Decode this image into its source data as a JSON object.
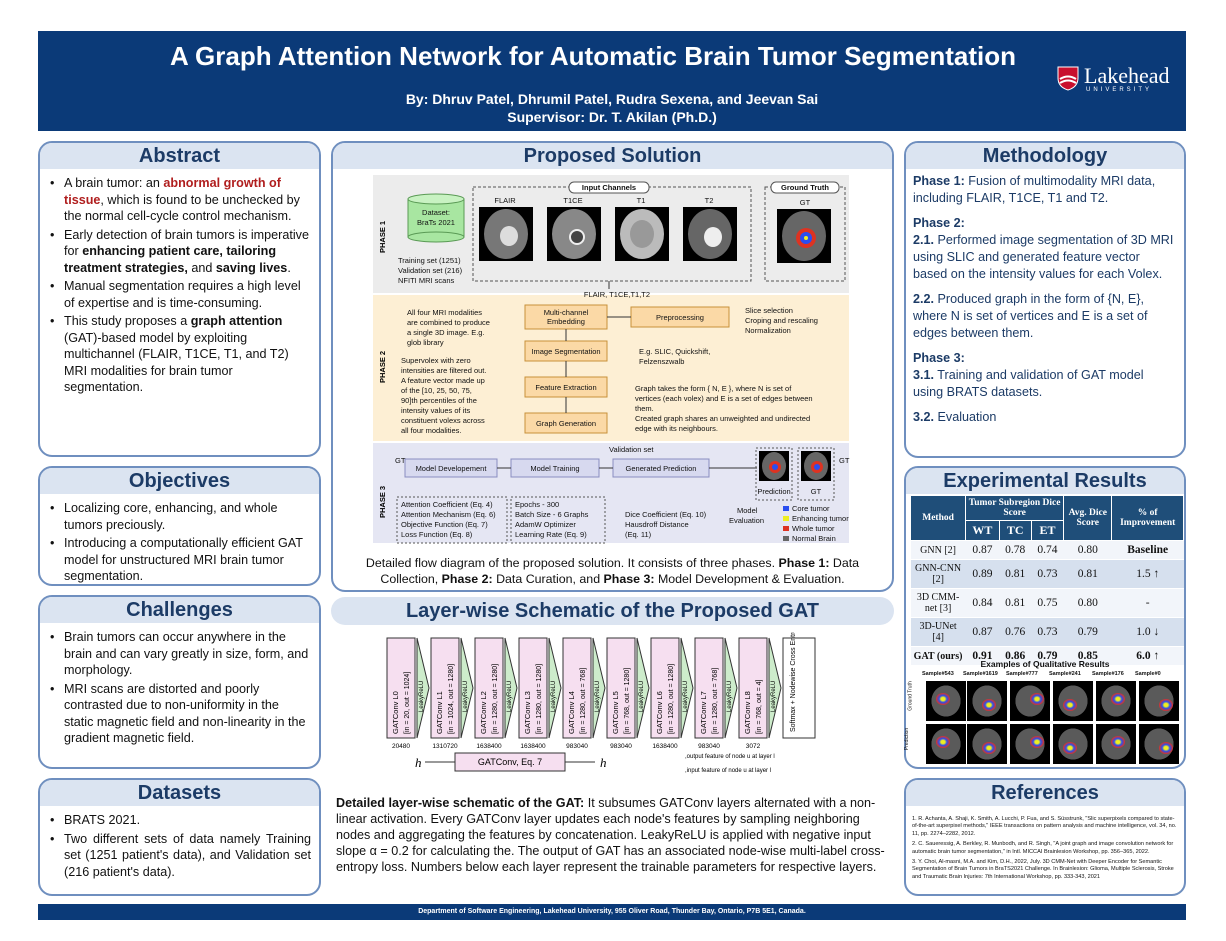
{
  "header": {
    "title": "A Graph Attention Network for Automatic Brain Tumor Segmentation",
    "authors": "By: Dhruv Patel, Dhrumil Patel, Rudra Sexena, and Jeevan Sai",
    "supervisor": "Supervisor: Dr. T. Akilan (Ph.D.)",
    "logo_text": "Lakehead",
    "logo_sub": "UNIVERSITY"
  },
  "abstract": {
    "title": "Abstract",
    "b1_pre": "A brain tumor: an ",
    "b1_em": "abnormal growth of tissue",
    "b1_post": ", which is found to be unchecked by the normal cell-cycle control mechanism.",
    "b2_pre": "Early detection of brain tumors is imperative for ",
    "b2_em": "enhancing patient care, tailoring treatment strategies,",
    "b2_mid": " and ",
    "b2_em2": "saving lives",
    "b2_post": ".",
    "b3": "Manual segmentation requires a high level of expertise and is time-consuming.",
    "b4_pre": "This study proposes a ",
    "b4_em": "graph attention",
    "b4_post": " (GAT)-based model by exploiting multichannel (FLAIR, T1CE, T1, and T2) MRI modalities for brain tumor segmentation."
  },
  "objectives": {
    "title": "Objectives",
    "items": [
      "Localizing core, enhancing, and whole tumors preciously.",
      "Introducing a computationally efficient GAT model for unstructured MRI brain tumor segmentation."
    ]
  },
  "challenges": {
    "title": "Challenges",
    "items": [
      "Brain tumors can occur anywhere in the brain and can vary greatly in size, form, and morphology.",
      "MRI scans are distorted and poorly contrasted due to non-uniformity in the static magnetic field and non-linearity in the gradient magnetic field."
    ]
  },
  "datasets": {
    "title": "Datasets",
    "items": [
      "BRATS 2021.",
      "Two different sets of data namely Training set (1251 patient's data), and Validation set (216 patient's data)."
    ]
  },
  "proposed": {
    "title": "Proposed Solution",
    "caption_a": "Detailed flow diagram of the proposed solution. It consists of three phases. ",
    "caption_p1": "Phase 1:",
    "caption_b": " Data Collection, ",
    "caption_p2": "Phase 2:",
    "caption_c": " Data Curation, and ",
    "caption_p3": "Phase 3:",
    "caption_d": " Model Development & Evaluation.",
    "diagram": {
      "phase1": "PHASE 1",
      "phase2": "PHASE 2",
      "phase3": "PHASE 3",
      "dataset": "Dataset:",
      "dataset2": "BraTs 2021",
      "training": "Training set (1251)",
      "validation": "Validation set (216)",
      "nfiti": "NFITI MRI scans",
      "input_channels": "Input Channels",
      "ground_truth": "Ground Truth",
      "flair": "FLAIR",
      "t1ce": "T1CE",
      "t1": "T1",
      "t2": "T2",
      "gt": "GT",
      "channels": "FLAIR, T1CE,T1,T2",
      "multi1": "Multi-channel",
      "multi2": "Embedding",
      "preprocess": "Preprocessing",
      "imgseg": "Image Segmentation",
      "featext": "Feature Extraction",
      "graphgen": "Graph Generation",
      "pre_b1": "Slice selection",
      "pre_b2": "Croping and rescaling",
      "pre_b3": "Normalization",
      "mod1": "All four MRI modalities",
      "mod2": "are combined to produce",
      "mod3": "a single 3D image. E.g.",
      "mod4": "glob library",
      "seg_e1": "E.g. SLIC, Quickshift,",
      "seg_e2": "Felzenszwalb",
      "sv1": "Supervolex with zero",
      "sv2": "intensities are filtered out.",
      "sv3": "A feature vector  made up",
      "sv4": "of the [10, 25, 50, 75,",
      "sv5": "90]th percentiles of the",
      "sv6": "intensity values of its",
      "sv7": "constituent volexs across",
      "sv8": "all four modalities.",
      "g1": "Graph takes the form  { N, E }, where N is set of",
      "g2": "vertices (each volex) and E is a set of edges between",
      "g3": "them.",
      "g4": "Created graph shares an unweighted and undirected",
      "g5": "edge with its neighbours.",
      "valset": "Validation set",
      "gtin": "GT",
      "gtout": "GT",
      "modeldev": "Model Developement",
      "modeltrain": "Model Training",
      "genpred": "Generated Prediction",
      "prediction": "Prediction",
      "gtlbl": "GT",
      "leg_core": "Core tumor",
      "leg_enh": "Enhancing tumor",
      "leg_whole": "Whole tumor",
      "leg_norm": "Normal Brain",
      "p3a1": "Attention Coefficient  (Eq. 4)",
      "p3a2": "Attention Mechanism (Eq. 6)",
      "p3a3": "Objective Function (Eq. 7)",
      "p3a4": "Loss Function (Eq. 8)",
      "p3b1": "Epochs - 300",
      "p3b2": "Batch Size - 6 Graphs",
      "p3b3": "AdamW Optimizer",
      "p3b4": "Learning Rate (Eq. 9)",
      "p3c1": "Dice Coefficient (Eq. 10)",
      "p3c2": "Hausdroff Distance",
      "p3c3": "(Eq. 11)",
      "model_eval1": "Model",
      "model_eval2": "Evaluation"
    }
  },
  "layerwise": {
    "title": "Layer-wise Schematic of the Proposed GAT",
    "layers": [
      {
        "name": "GATConv L0",
        "dims": "[in = 20, out = 1024]",
        "params": "20480"
      },
      {
        "name": "GATConv L1",
        "dims": "[in = 1024, out = 1280]",
        "params": "1310720"
      },
      {
        "name": "GATConv L2",
        "dims": "[in = 1280, out = 1280]",
        "params": "1638400"
      },
      {
        "name": "GATConv L3",
        "dims": "[in = 1280, out = 1280]",
        "params": "1638400"
      },
      {
        "name": "GATConv L4",
        "dims": "[in = 1280, out = 768]",
        "params": "983040"
      },
      {
        "name": "GATConv L5",
        "dims": "[in = 768, out = 1280]",
        "params": "983040"
      },
      {
        "name": "GATConv L6",
        "dims": "[in = 1280, out = 1280]",
        "params": "1638400"
      },
      {
        "name": "GATConv L7",
        "dims": "[in = 1280, out = 768]",
        "params": "983040"
      },
      {
        "name": "GATConv L8",
        "dims": "[in = 768, out = 4]",
        "params": "3072"
      }
    ],
    "relu": "LeakyReLU",
    "softmax": "Softmax + Nodewise Cross Entropy loss",
    "gatconv_eq": "GATConv, Eq. 7",
    "h_in": "h",
    "h_out": "h",
    "def1": ",output feature of node u at layer l",
    "def2": ",input feature of node u at layer l",
    "desc_bold": "Detailed layer-wise schematic of the GAT:",
    "desc": " It subsumes GATConv layers alternated with a non-linear activation. Every GATConv layer updates each node's features by sampling neighboring nodes and aggregating the features by concatenation. LeakyReLU is applied with negative input slope α = 0.2 for calculating the. The output of GAT has an associated node-wise multi-label cross-entropy loss. Numbers below each layer represent the trainable parameters for respective layers."
  },
  "methodology": {
    "title": "Methodology",
    "p1_lbl": "Phase 1:",
    "p1": " Fusion of multimodality MRI data, including FLAIR, T1CE, T1 and T2.",
    "p2_lbl": "Phase 2:",
    "p21_lbl": "2.1.",
    "p21": " Performed image segmentation of 3D MRI using SLIC and generated feature vector based on the intensity values for each Volex.",
    "p22_lbl": "2.2.",
    "p22": " Produced graph in the form of {N, E}, where N is set of vertices and E is a set of edges between them.",
    "p3_lbl": "Phase 3:",
    "p31_lbl": "3.1.",
    "p31": " Training and validation of GAT model using BRATS datasets.",
    "p32_lbl": "3.2.",
    "p32": " Evaluation"
  },
  "results": {
    "title": "Experimental Results",
    "h_method": "Method",
    "h_sub": "Tumor Subregion Dice Score",
    "h_wt": "WT",
    "h_tc": "TC",
    "h_et": "ET",
    "h_avg": "Avg. Dice Score",
    "h_imp": "% of Improvement",
    "rows": [
      {
        "m": "GNN [2]",
        "wt": "0.87",
        "tc": "0.78",
        "et": "0.74",
        "avg": "0.80",
        "imp": "Baseline"
      },
      {
        "m": "GNN-CNN [2]",
        "wt": "0.89",
        "tc": "0.81",
        "et": "0.73",
        "avg": "0.81",
        "imp": "1.5 ↑"
      },
      {
        "m": "3D CMM-net [3]",
        "wt": "0.84",
        "tc": "0.81",
        "et": "0.75",
        "avg": "0.80",
        "imp": "-"
      },
      {
        "m": "3D-UNet [4]",
        "wt": "0.87",
        "tc": "0.76",
        "et": "0.73",
        "avg": "0.79",
        "imp": "1.0 ↓"
      },
      {
        "m": "GAT (ours)",
        "wt": "0.91",
        "tc": "0.86",
        "et": "0.79",
        "avg": "0.85",
        "imp": "6.0 ↑"
      }
    ],
    "qual_title": "Examples of Qualitative Results",
    "samples": [
      "Sample#543",
      "Sample#1619",
      "Sample#777",
      "Sample#241",
      "Sample#176",
      "Sample#0"
    ],
    "row1": "Ground Truth",
    "row2": "Prediction"
  },
  "references": {
    "title": "References",
    "items": [
      "1. R. Achanta, A. Shaji, K. Smith, A. Lucchi, P. Fua, and S. Süsstrunk, \"Slic superpixels compared to state-of-the-art superpixel methods,\" IEEE transactions on pattern analysis and machine intelligence, vol. 34, no. 11, pp. 2274–2282, 2012.",
      "2. C. Saueressig, A. Berkley, R. Munbodh, and R. Singh, \"A joint graph and image convolution network for automatic brain tumor segmentation,\" in Intl. MICCAI Brainlesion Workshop, pp. 356–365, 2022.",
      "3. Y. Choi, Al-masni, M.A. and Kim, D.H., 2022, July. 3D CMM-Net with Deeper Encoder for Semantic Segmentation of Brain Tumors in BraTS2021 Challenge. In Brainlesion: Glioma, Multiple Sclerosis, Stroke and Traumatic Brain Injuries: 7th International Workshop, pp. 333-343, 2021"
    ]
  },
  "footer": {
    "text": "Department of Software Engineering, Lakehead University, 955 Oliver Road, Thunder Bay, Ontario, P7B 5E1, Canada."
  }
}
